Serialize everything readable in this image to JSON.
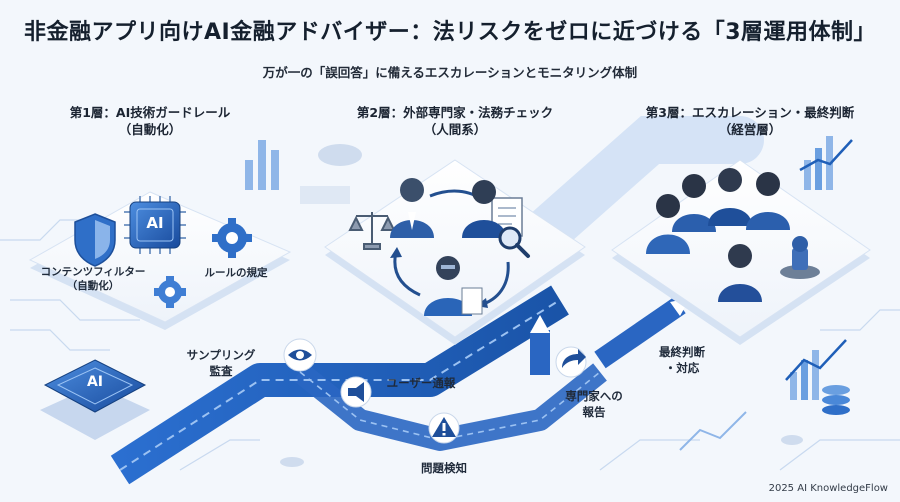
{
  "header": {
    "title": "非金融アプリ向けAI金融アドバイザー：法リスクをゼロに近づける「3層運用体制」",
    "subtitle": "万が一の「誤回答」に備えるエスカレーションとモニタリング体制"
  },
  "layers": [
    {
      "line1": "第1層：AI技術ガードレール",
      "line2": "（自動化）"
    },
    {
      "line1": "第2層：外部専門家・法務チェック",
      "line2": "（人間系）"
    },
    {
      "line1": "第3層：エスカレーション・最終判断",
      "line2": "（経営層）"
    }
  ],
  "layer1": {
    "filter_line1": "コンテンツフィルター",
    "filter_line2": "（自動化）",
    "rules": "ルールの規定",
    "ai_chip": "AI"
  },
  "flow": {
    "sampling_line1": "サンプリング",
    "sampling_line2": "監査",
    "user_report": "ユーザー通報",
    "issue_detect": "問題検知",
    "expert_line1": "専門家への",
    "expert_line2": "報告",
    "final_line1": "最終判断",
    "final_line2": "・対応"
  },
  "base_chip": "AI",
  "footer": "2025 AI KnowledgeFlow",
  "colors": {
    "accent": "#1f5fb8",
    "light_accent": "#8fb6e8",
    "platform": "#ffffff",
    "background": "#f3f7fc"
  },
  "icons": {
    "shield": "shield-icon",
    "gear": "gear-icon",
    "eye": "eye-icon",
    "megaphone": "megaphone-icon",
    "warning": "warning-icon",
    "forward": "forward-arrow-icon",
    "scales": "scales-icon",
    "document": "document-icon",
    "magnifier": "magnifier-icon",
    "stamp": "stamp-icon"
  }
}
